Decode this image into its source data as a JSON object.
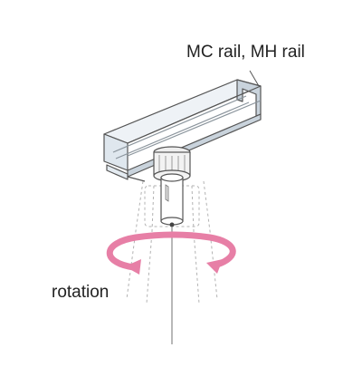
{
  "labels": {
    "rail": "MC rail, MH rail",
    "rotation": "rotation"
  },
  "colors": {
    "arrow": "#e77fa6",
    "rail_fill": "#dfe7ee",
    "rail_shade": "#c9d3dc",
    "outline": "#555555",
    "ghost": "#b3b3b3"
  },
  "icons": [
    "rail-profile",
    "hanger-fitting",
    "rotation-arrow",
    "suspension-wire"
  ]
}
